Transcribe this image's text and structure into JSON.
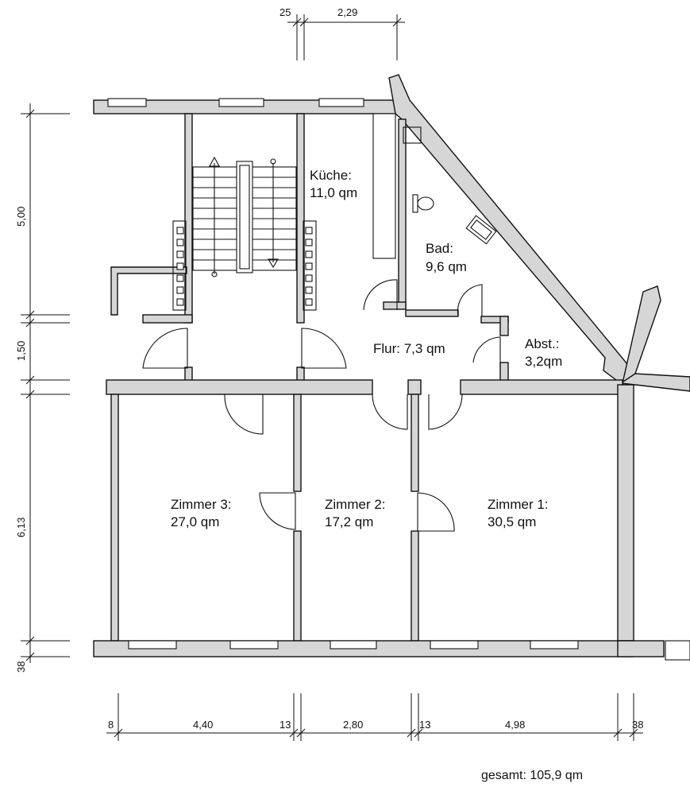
{
  "rooms": {
    "kueche": {
      "name": "Küche:",
      "area": "11,0 qm"
    },
    "bad": {
      "name": "Bad:",
      "area": "9,6 qm"
    },
    "flur": {
      "label": "Flur: 7,3 qm"
    },
    "abst": {
      "name": "Abst.:",
      "area": "3,2qm"
    },
    "zimmer3": {
      "name": "Zimmer 3:",
      "area": "27,0 qm"
    },
    "zimmer2": {
      "name": "Zimmer 2:",
      "area": "17,2 qm"
    },
    "zimmer1": {
      "name": "Zimmer 1:",
      "area": "30,5 qm"
    }
  },
  "dimensions": {
    "top": [
      "25",
      "2,29"
    ],
    "left": [
      "5,00",
      "1,50",
      "6,13",
      "38"
    ],
    "bottom": [
      "8",
      "4,40",
      "13",
      "2,80",
      "13",
      "4,98",
      "38"
    ]
  },
  "total": "gesamt: 105,9 qm"
}
